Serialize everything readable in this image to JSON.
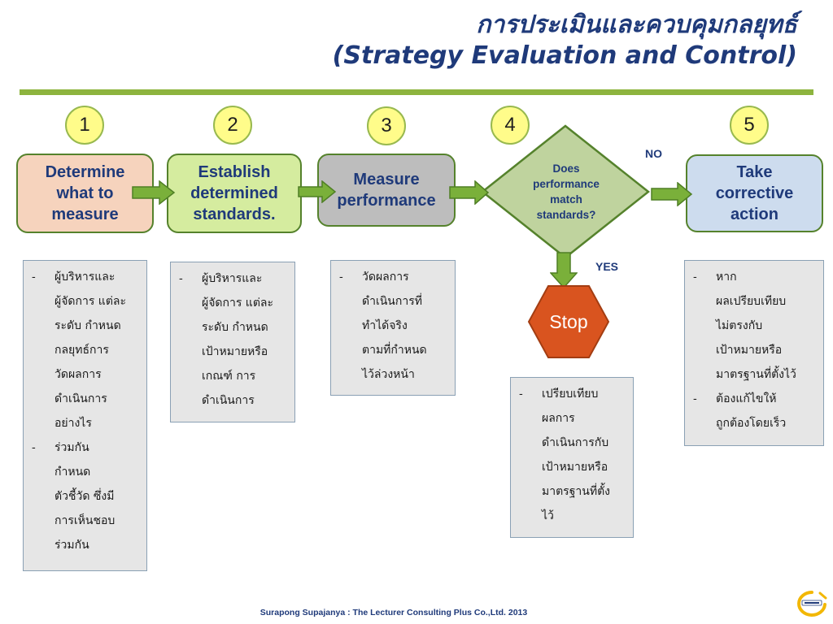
{
  "title": {
    "line1": "การประเมินและควบคุมกลยุทธ์",
    "line2": "(Strategy Evaluation and Control)"
  },
  "steps": [
    {
      "number": "1",
      "label": "Determine\nwhat to\nmeasure"
    },
    {
      "number": "2",
      "label": "Establish\ndetermined\nstandards."
    },
    {
      "number": "3",
      "label": "Measure\nperformance"
    },
    {
      "number": "4",
      "label": "Does\nperformance\nmatch\nstandards?"
    },
    {
      "number": "5",
      "label": "Take\ncorrective\naction"
    }
  ],
  "branches": {
    "no": "NO",
    "yes": "YES"
  },
  "stop": {
    "label": "Stop"
  },
  "notes": {
    "step1": [
      "ผู้บริหารและผู้จัดการ แต่ละระดับ กำหนดกลยุทธ์การวัดผลการดำเนินการอย่างไร",
      "ร่วมกันกำหนดตัวชี้วัด ซึ่งมีการเห็นชอบร่วมกัน"
    ],
    "step2": [
      "ผู้บริหารและผู้จัดการ แต่ละระดับ กำหนดเป้าหมายหรือเกณฑ์ การดำเนินการ"
    ],
    "step3": [
      "วัดผลการดำเนินการที่ทำได้จริงตามที่กำหนดไว้ล่วงหน้า"
    ],
    "step4": [
      "เปรียบเทียบผลการดำเนินการกับเป้าหมายหรือมาตรฐานที่ตั้งไว้"
    ],
    "step5": [
      "หากผลเปรียบเทียบไม่ตรงกับเป้าหมายหรือมาตรฐานที่ตั้งไว้",
      "ต้องแก้ไขให้ถูกต้องโดยเร็ว"
    ]
  },
  "note_lines": {
    "step1": [
      [
        "ผู้บริหารและ",
        "ผู้จัดการ แต่ละ",
        "ระดับ กำหนด",
        "กลยุทธ์การ",
        "วัดผลการ",
        "ดำเนินการ",
        "อย่างไร"
      ],
      [
        "ร่วมกัน",
        "กำหนด",
        "ตัวชี้วัด ซึ่งมี",
        "การเห็นชอบ",
        "ร่วมกัน"
      ]
    ],
    "step2": [
      [
        "ผู้บริหารและ",
        "ผู้จัดการ แต่ละ",
        "ระดับ กำหนด",
        "เป้าหมายหรือ",
        "เกณฑ์ การ",
        "ดำเนินการ"
      ]
    ],
    "step3": [
      [
        "วัดผลการ",
        "ดำเนินการที่",
        "ทำได้จริง",
        "ตามที่กำหนด",
        "ไว้ล่วงหน้า"
      ]
    ],
    "step4": [
      [
        "เปรียบเทียบ",
        "ผลการ",
        "ดำเนินการกับ",
        "เป้าหมายหรือ",
        "มาตรฐานที่ตั้ง",
        "ไว้"
      ]
    ],
    "step5": [
      [
        "หาก",
        "ผลเปรียบเทียบ",
        "ไม่ตรงกับ",
        "เป้าหมายหรือ",
        "มาตรฐานที่ตั้งไว้"
      ],
      [
        "ต้องแก้ไขให้",
        "ถูกต้องโดยเร็ว"
      ]
    ]
  },
  "bullet_dash": "-",
  "footer": "Surapong Supajanya : The Lecturer Consulting Plus Co.,Ltd. 2013",
  "colors": {
    "title": "#1f3a7a",
    "rule": "#8db43e",
    "step1_fill": "#f6d3bd",
    "step2_fill": "#d5ec9f",
    "step3_fill": "#bdbdbd",
    "decision_fill": "#bfd39e",
    "step5_fill": "#cddcee",
    "arrow": "#7ab03a",
    "stop_fill": "#d9541f",
    "number_fill": "#fffc8a"
  }
}
